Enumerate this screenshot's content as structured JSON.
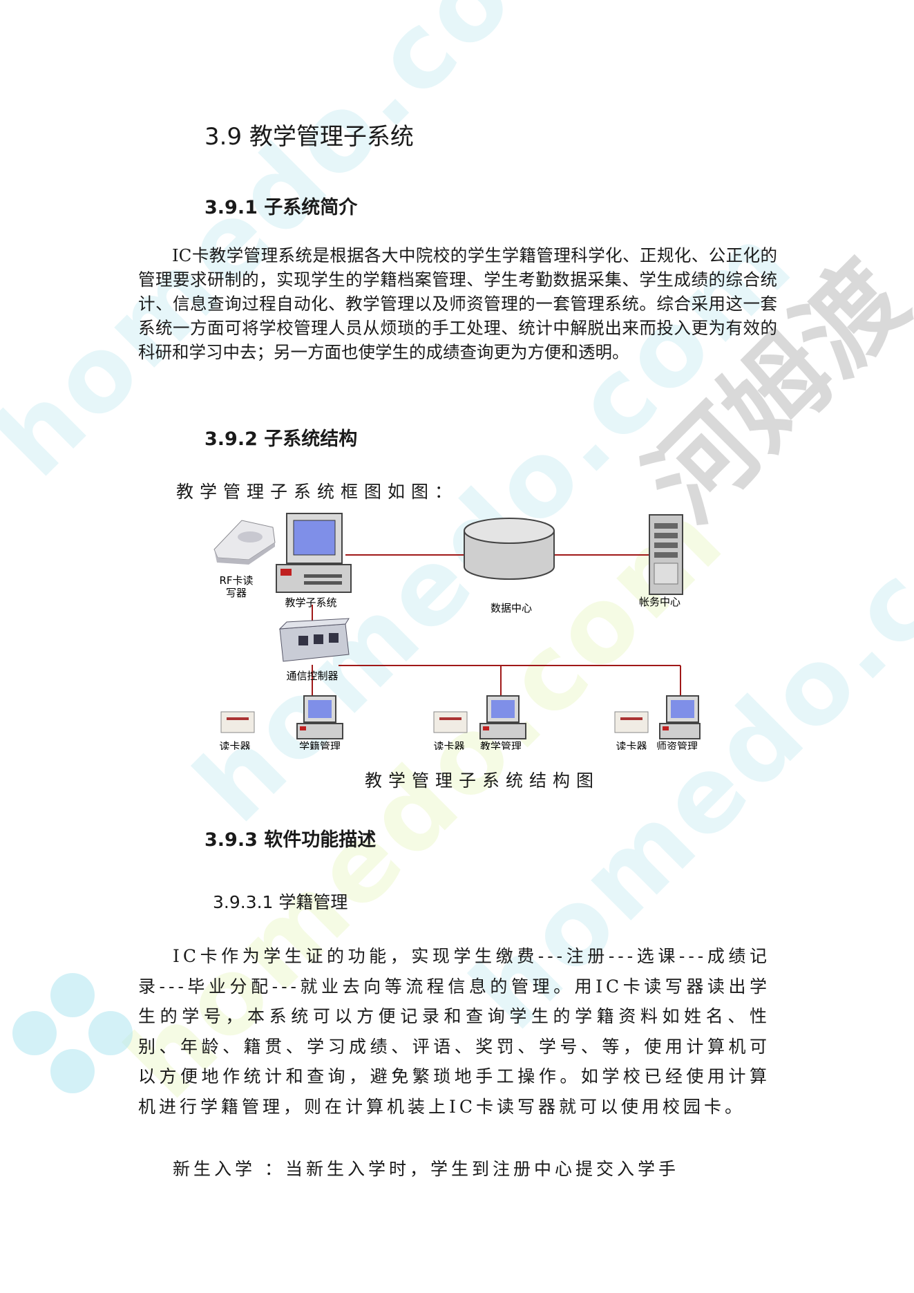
{
  "section": {
    "title": "3.9 教学管理子系统"
  },
  "intro": {
    "heading": "3.9.1 子系统简介",
    "body": "IC卡教学管理系统是根据各大中院校的学生学籍管理科学化、正规化、公正化的管理要求研制的，实现学生的学籍档案管理、学生考勤数据采集、学生成绩的综合统计、信息查询过程自动化、教学管理以及师资管理的一套管理系统。综合采用这一套系统一方面可将学校管理人员从烦琐的手工处理、统计中解脱出来而投入更为有效的科研和学习中去；另一方面也使学生的成绩查询更为方便和透明。"
  },
  "structure": {
    "heading": "3.9.2 子系统结构",
    "intro": "教学管理子系统框图如图：",
    "caption": "教学管理子系统结构图",
    "labels": {
      "rf_reader": [
        "RF卡读",
        "写器"
      ],
      "teaching_sub": "教学子系统",
      "data_center": "数据中心",
      "accounts_center": "帐务中心",
      "comm_controller": "通信控制器",
      "reader": "读卡器",
      "registry": "学籍管理",
      "teaching_mgmt": "教学管理",
      "faculty_mgmt": "师资管理"
    }
  },
  "software": {
    "heading": "3.9.3 软件功能描述",
    "sub_heading": "3.9.3.1 学籍管理",
    "body": "IC卡作为学生证的功能，实现学生缴费---注册---选课---成绩记录---毕业分配---就业去向等流程信息的管理。用IC卡读写器读出学生的学号，本系统可以方便记录和查询学生的学籍资料如姓名、性别、年龄、籍贯、学习成绩、评语、奖罚、学号、等，使用计算机可以方便地作统计和查询，避免繁琐地手工操作。如学校已经使用计算机进行学籍管理，则在计算机装上IC卡读写器就可以使用校园卡。",
    "body2": "新生入学 ：当新生入学时，学生到注册中心提交入学手"
  },
  "watermark": {
    "text": "homedo.com",
    "logo_text": "河姆渡",
    "colors": {
      "cyan": "#bde8f0",
      "yellow": "#e8f6c4",
      "gray": "#b9b9b9"
    }
  }
}
